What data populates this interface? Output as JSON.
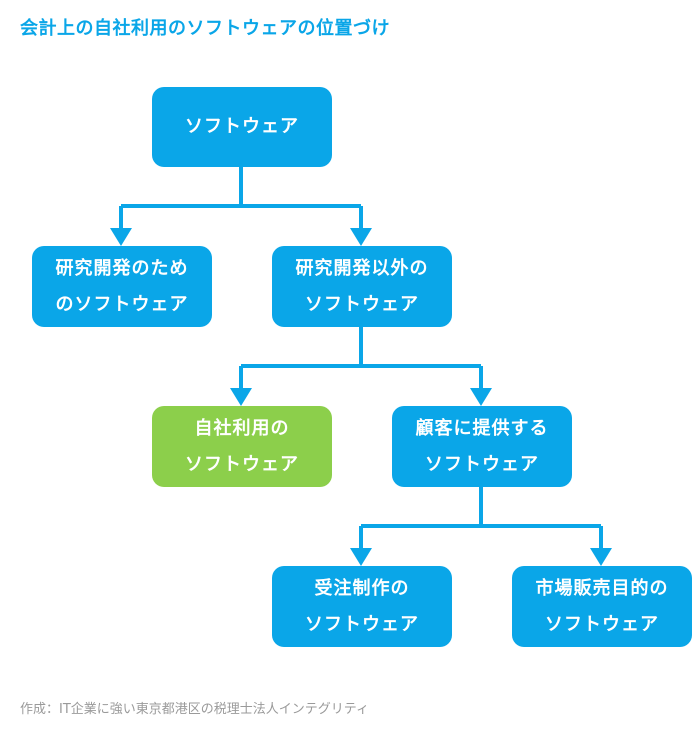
{
  "title": "会計上の自社利用のソフトウェアの位置づけ",
  "footer": "作成：IT企業に強い東京都港区の税理士法人インテグリティ",
  "colors": {
    "accent": "#0aa6e8",
    "highlight": "#8ccf4b",
    "text_on_box": "#ffffff",
    "footer_text": "#9a9a9a"
  },
  "nodes": {
    "software": {
      "line1": "ソフトウェア"
    },
    "rnd": {
      "line1": "研究開発のため",
      "line2": "のソフトウェア"
    },
    "non_rnd": {
      "line1": "研究開発以外の",
      "line2": "ソフトウェア"
    },
    "internal_use": {
      "line1": "自社利用の",
      "line2": "ソフトウェア"
    },
    "customer": {
      "line1": "顧客に提供する",
      "line2": "ソフトウェア"
    },
    "contract": {
      "line1": "受注制作の",
      "line2": "ソフトウェア"
    },
    "market_sale": {
      "line1": "市場販売目的の",
      "line2": "ソフトウェア"
    }
  }
}
